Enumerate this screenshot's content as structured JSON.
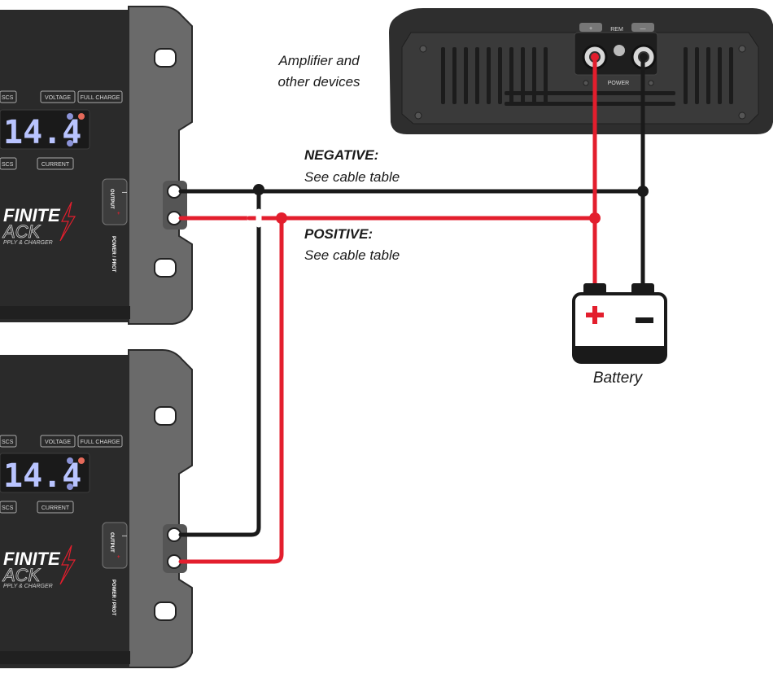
{
  "amplifier": {
    "label_line1": "Amplifier and",
    "label_line2": "other devices",
    "terminal_plus": "+",
    "terminal_rem": "REM",
    "terminal_minus": "—",
    "power_label": "POWER"
  },
  "negative": {
    "title": "NEGATIVE:",
    "note": "See cable table"
  },
  "positive": {
    "title": "POSITIVE:",
    "note": "See cable table"
  },
  "battery": {
    "label": "Battery",
    "plus": "+",
    "minus": "—"
  },
  "units": [
    {
      "display_value": "14.4",
      "label_scs": "SCS",
      "label_voltage": "VOLTAGE",
      "label_full_charge": "FULL CHARGE",
      "label_current": "CURRENT",
      "brand_line1": "FINITE",
      "brand_line2": "ACK",
      "brand_line3": "PPLY & CHARGER",
      "output_label": "OUTPUT",
      "output_plus": "+",
      "output_minus": "—",
      "power_prot": "POWER / PROT"
    },
    {
      "display_value": "14.4",
      "label_scs": "SCS",
      "label_voltage": "VOLTAGE",
      "label_full_charge": "FULL CHARGE",
      "label_current": "CURRENT",
      "brand_line1": "FINITE",
      "brand_line2": "ACK",
      "brand_line3": "PPLY & CHARGER",
      "output_label": "OUTPUT",
      "output_plus": "+",
      "output_minus": "—",
      "power_prot": "POWER / PROT"
    }
  ],
  "colors": {
    "positive_wire": "#e31e2d",
    "negative_wire": "#1a1a1a",
    "device_body": "#2b2b2b",
    "device_bezel": "#6a6a6a",
    "led_blue": "#8b93d8",
    "led_red": "#e66a5a"
  }
}
